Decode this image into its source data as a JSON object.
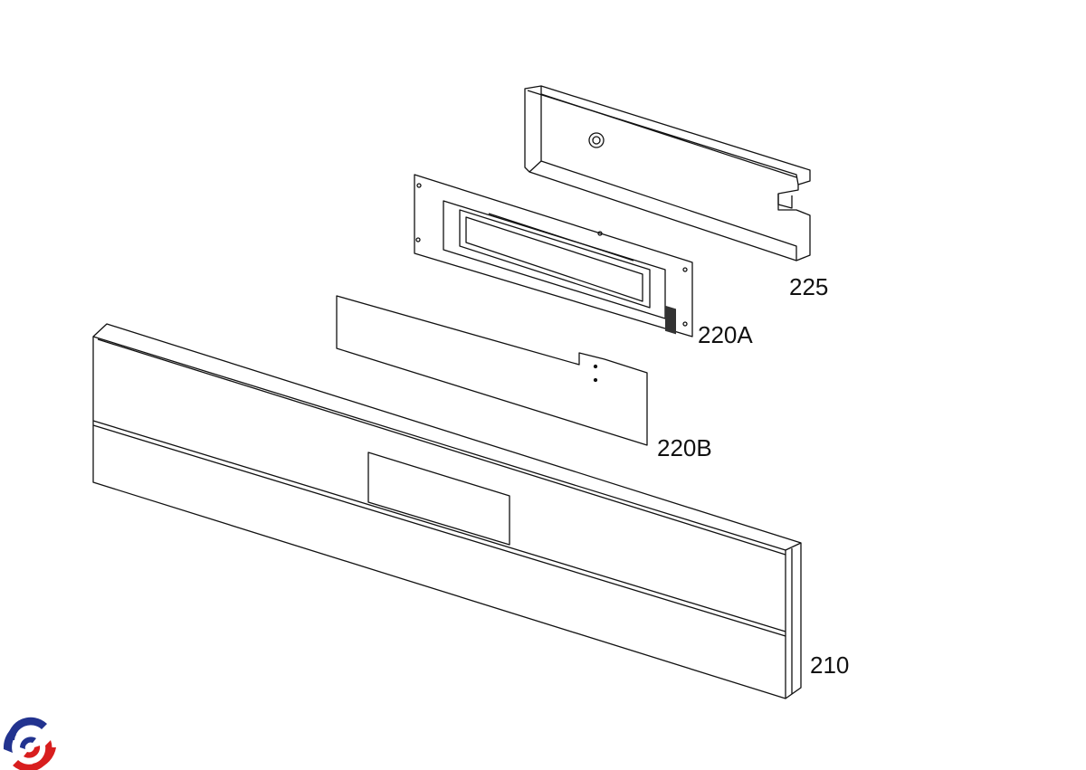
{
  "diagram": {
    "parts": [
      {
        "id": "cover",
        "label": "225"
      },
      {
        "id": "control-board",
        "label": "220A"
      },
      {
        "id": "touch-board",
        "label": "220B"
      },
      {
        "id": "control-panel",
        "label": "210"
      }
    ],
    "logo": {
      "icon": "swirl-logo",
      "colors": [
        "#22338f",
        "#d81e1e"
      ]
    }
  }
}
